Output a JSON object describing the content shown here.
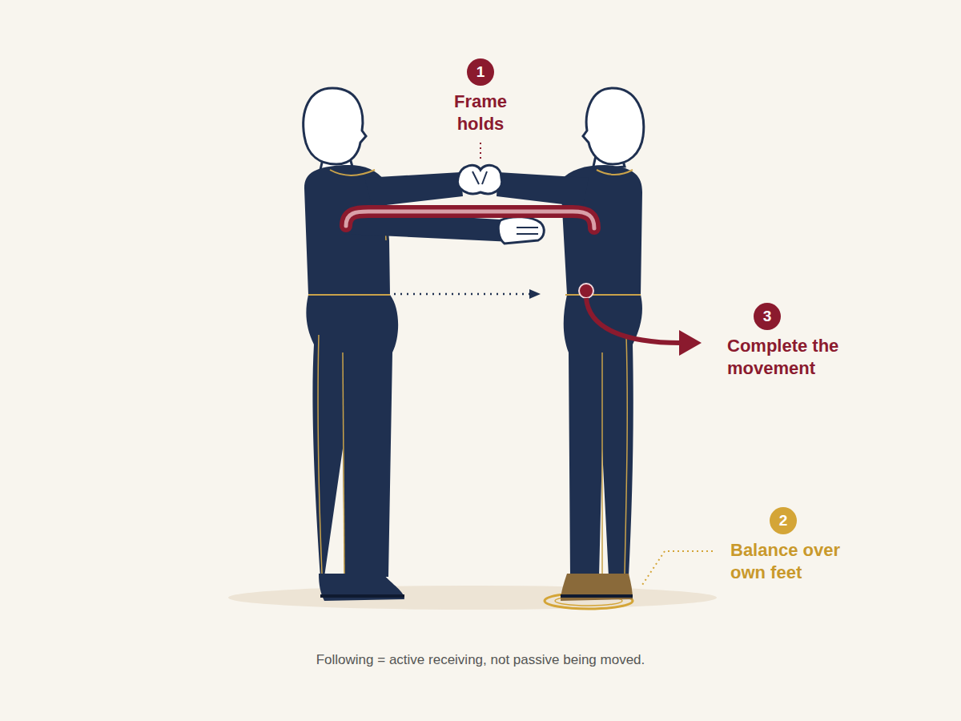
{
  "diagram": {
    "caption": "Following = active receiving, not passive being moved.",
    "nodes": [
      {
        "text": [
          "1",
          "Frame holds"
        ]
      },
      {
        "text": [
          "2",
          "Balance over own feet"
        ]
      },
      {
        "text": [
          "3",
          "Complete the movement"
        ]
      }
    ]
  }
}
